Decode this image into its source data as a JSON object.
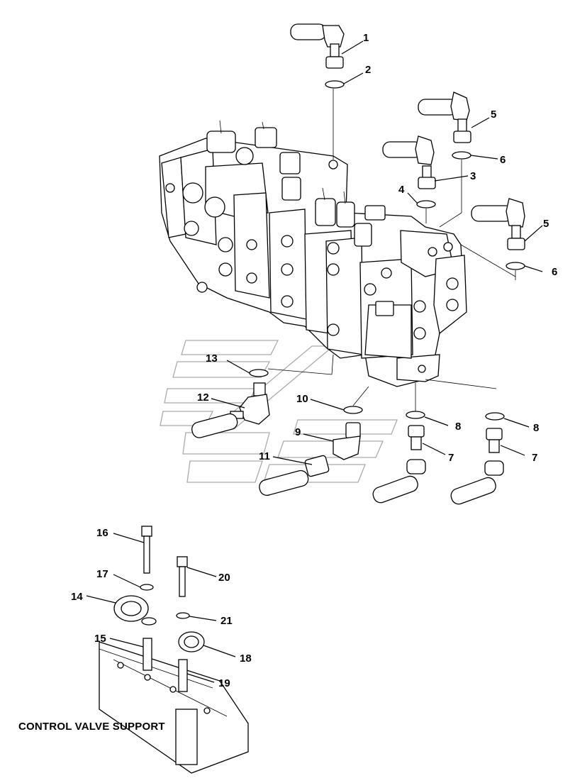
{
  "caption": "CONTROL VALVE SUPPORT",
  "callouts": [
    "1",
    "2",
    "3",
    "4",
    "5",
    "6",
    "5",
    "6",
    "7",
    "8",
    "7",
    "8",
    "9",
    "10",
    "11",
    "12",
    "13",
    "14",
    "15",
    "16",
    "17",
    "18",
    "19",
    "20",
    "21"
  ],
  "colors": {
    "line": "#000000",
    "background": "#ffffff",
    "watermark": "#aaaaaa"
  }
}
